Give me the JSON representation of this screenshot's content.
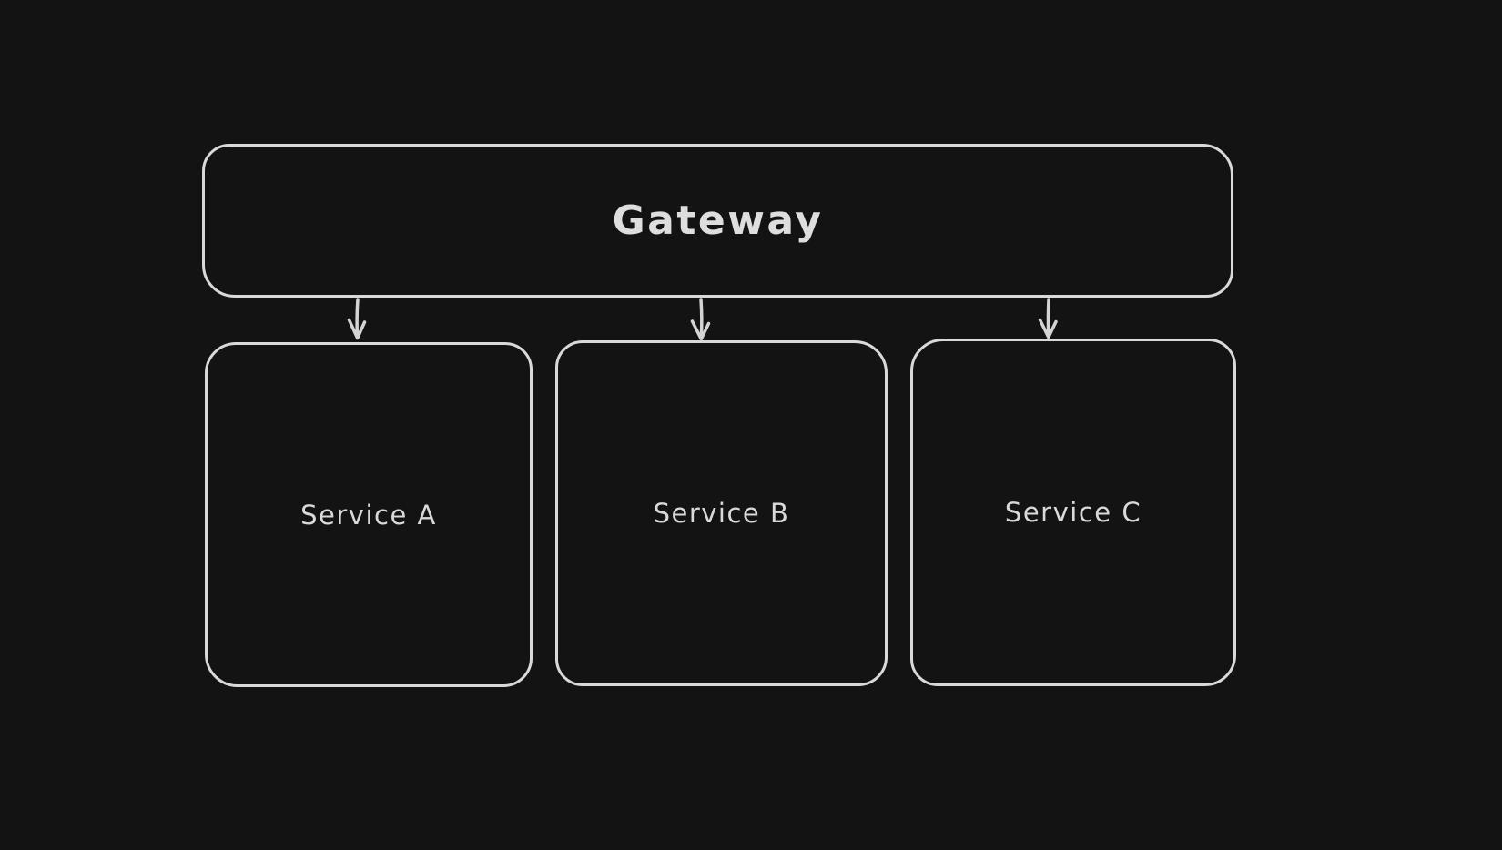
{
  "canvas": {
    "background": "#131313",
    "stroke_color": "#d9d9d9",
    "text_color": "#dedede",
    "style": "hand-drawn-whiteboard"
  },
  "diagram": {
    "type": "architecture-flowchart",
    "nodes": [
      {
        "id": "gateway",
        "label": "Gateway",
        "shape": "rounded-rectangle"
      },
      {
        "id": "service-a",
        "label": "Service A",
        "shape": "rounded-rectangle"
      },
      {
        "id": "service-b",
        "label": "Service B",
        "shape": "rounded-rectangle"
      },
      {
        "id": "service-c",
        "label": "Service C",
        "shape": "rounded-rectangle"
      }
    ],
    "edges": [
      {
        "from": "Gateway",
        "to": "Service A",
        "type": "arrow",
        "direction": "down"
      },
      {
        "from": "Gateway",
        "to": "Service B",
        "type": "arrow",
        "direction": "down"
      },
      {
        "from": "Gateway",
        "to": "Service C",
        "type": "arrow",
        "direction": "down"
      }
    ]
  }
}
